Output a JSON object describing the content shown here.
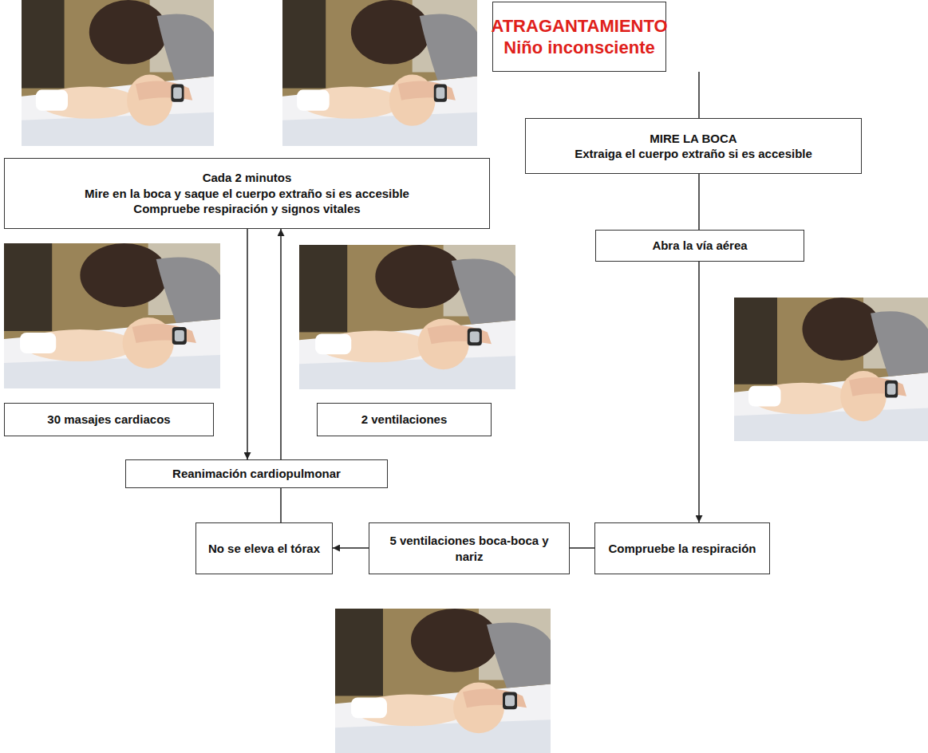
{
  "diagram": {
    "nodes": [
      {
        "text": [
          "ATRAGANTAMIENTO",
          "Niño inconsciente"
        ]
      },
      {
        "text": [
          "MIRE LA BOCA",
          "Extraiga el cuerpo extraño si es accesible"
        ]
      },
      {
        "text": [
          "Abra la vía aérea"
        ]
      },
      {
        "text": [
          "Compruebe la respiración"
        ]
      },
      {
        "text": [
          "5 ventilaciones boca-boca y nariz"
        ]
      },
      {
        "text": [
          "No se eleva el tórax"
        ]
      },
      {
        "text": [
          "Reanimación cardiopulmonar"
        ]
      },
      {
        "text": [
          "Cada 2 minutos",
          "Mire en la boca y saque el cuerpo extraño si es accesible",
          "Compruebe respiración y signos vitales"
        ]
      },
      {
        "text": [
          "30 masajes cardiacos"
        ]
      },
      {
        "text": [
          "2 ventilaciones"
        ]
      }
    ],
    "edges": [
      {
        "from": 0,
        "to": 1,
        "arrow": "none"
      },
      {
        "from": 1,
        "to": 2,
        "arrow": "none"
      },
      {
        "from": 2,
        "to": 3,
        "arrow": "to"
      },
      {
        "from": 3,
        "to": 4,
        "arrow": "none"
      },
      {
        "from": 4,
        "to": 5,
        "arrow": "to"
      },
      {
        "from": 5,
        "to": 6,
        "arrow": "none"
      },
      {
        "from": 6,
        "to": 7,
        "arrow": "to"
      },
      {
        "from": 7,
        "to": 6,
        "arrow": "to"
      }
    ]
  }
}
